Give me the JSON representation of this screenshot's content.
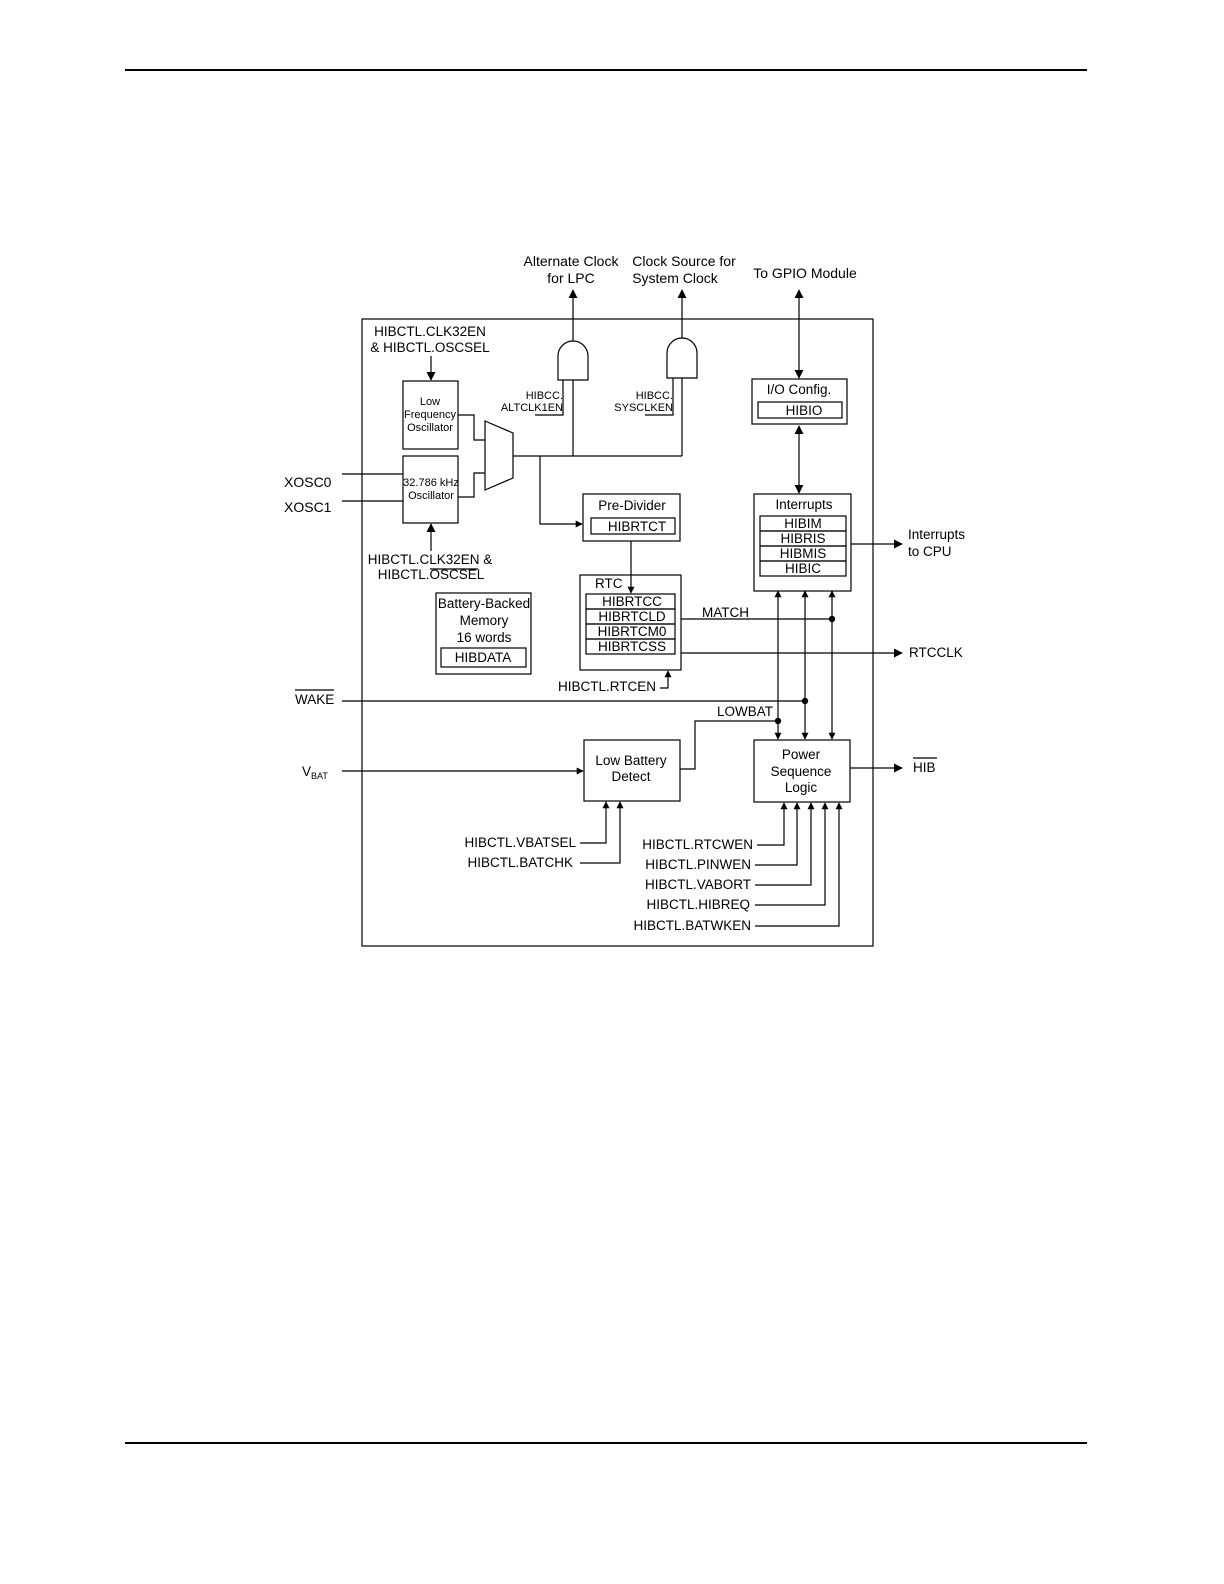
{
  "top_outputs": {
    "alt_clock_line1": "Alternate Clock",
    "alt_clock_line2": "for LPC",
    "sys_clock_line1": "Clock Source for",
    "sys_clock_line2": "System Clock",
    "gpio": "To GPIO Module"
  },
  "hibctl_top": {
    "line1": "HIBCTL.CLK32EN",
    "line2": "& HIBCTL.OSCSEL"
  },
  "low_freq_osc": {
    "line1": "Low",
    "line2": "Frequency",
    "line3": "Oscillator"
  },
  "khz_osc": {
    "line1": "32.786 kHz",
    "line2": "Oscillator"
  },
  "hibctl_bottom": {
    "line1": "HIBCTL.CLK32EN &",
    "line2_prefix": "HIBCTL.",
    "line2_over": "OSCSEL"
  },
  "and_gates": {
    "gate1_line1": "HIBCC.",
    "gate1_line2": "ALTCLK1EN",
    "gate2_line1": "HIBCC.",
    "gate2_line2": "SYSCLKEN"
  },
  "io_config": {
    "title": "I/O Config.",
    "reg": "HIBIO"
  },
  "predivider": {
    "title": "Pre-Divider",
    "reg": "HIBRTCT"
  },
  "interrupts": {
    "title": "Interrupts",
    "regs": [
      "HIBIM",
      "HIBRIS",
      "HIBMIS",
      "HIBIC"
    ],
    "out_line1": "Interrupts",
    "out_line2": "to CPU"
  },
  "rtc": {
    "title": "RTC",
    "regs": [
      "HIBRTCC",
      "HIBRTCLD",
      "HIBRTCM0",
      "HIBRTCSS"
    ],
    "enable": "HIBCTL.RTCEN"
  },
  "memory": {
    "line1": "Battery-Backed",
    "line2": "Memory",
    "line3": "16 words",
    "reg": "HIBDATA"
  },
  "signals": {
    "xosc0": "XOSC0",
    "xosc1": "XOSC1",
    "wake": "WAKE",
    "vbat_main": "V",
    "vbat_sub": "BAT",
    "match": "MATCH",
    "rtcclk": "RTCCLK",
    "lowbat": "LOWBAT",
    "hib": "HIB"
  },
  "low_battery": {
    "line1": "Low Battery",
    "line2": "Detect",
    "ctrl": [
      "HIBCTL.VBATSEL",
      "HIBCTL.BATCHK"
    ]
  },
  "power_seq": {
    "line1": "Power",
    "line2": "Sequence",
    "line3": "Logic",
    "ctrl": [
      "HIBCTL.RTCWEN",
      "HIBCTL.PINWEN",
      "HIBCTL.VABORT",
      "HIBCTL.HIBREQ",
      "HIBCTL.BATWKEN"
    ]
  }
}
